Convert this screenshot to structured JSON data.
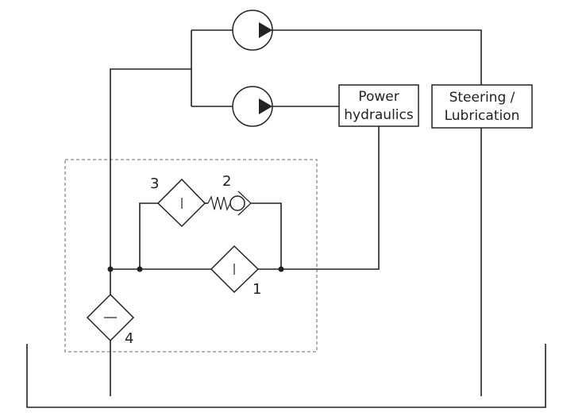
{
  "labels": {
    "power_hydraulics": [
      "Power",
      "hydraulics"
    ],
    "steering_lubrication": [
      "Steering /",
      "Lubrication"
    ]
  },
  "component_numbers": {
    "main_filter": "1",
    "check_valve": "2",
    "branch_filter": "3",
    "suction_filter": "4"
  },
  "colors": {
    "line": "#222222",
    "dashed_boundary": "#888888",
    "background": "#ffffff"
  }
}
